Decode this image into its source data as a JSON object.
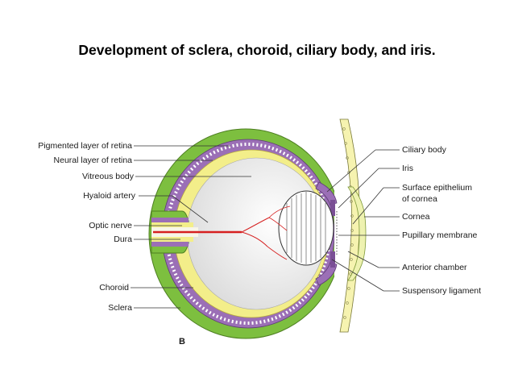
{
  "title": "Development of sclera, choroid, ciliary body, and iris.",
  "figure_letter": "B",
  "labels_left": {
    "pigmented_layer": "Pigmented layer of retina",
    "neural_layer": "Neural layer of retina",
    "vitreous_body": "Vitreous body",
    "hyaloid_artery": "Hyaloid artery",
    "optic_nerve": "Optic nerve",
    "dura": "Dura",
    "choroid": "Choroid",
    "sclera": "Sclera"
  },
  "labels_right": {
    "ciliary_body": "Ciliary body",
    "iris": "Iris",
    "surface_epithelium_line1": "Surface epithelium",
    "surface_epithelium_line2": "of cornea",
    "cornea": "Cornea",
    "pupillary_membrane": "Pupillary membrane",
    "anterior_chamber": "Anterior chamber",
    "suspensory_ligament": "Suspensory ligament"
  },
  "colors": {
    "sclera": "#7dbf3f",
    "choroid_pigment": "#9b6fb6",
    "neural_retina": "#f3ee8a",
    "vitreous": "#ececec",
    "hyaloid": "#d62020",
    "surface_epithelium": "#f6f3b0"
  }
}
